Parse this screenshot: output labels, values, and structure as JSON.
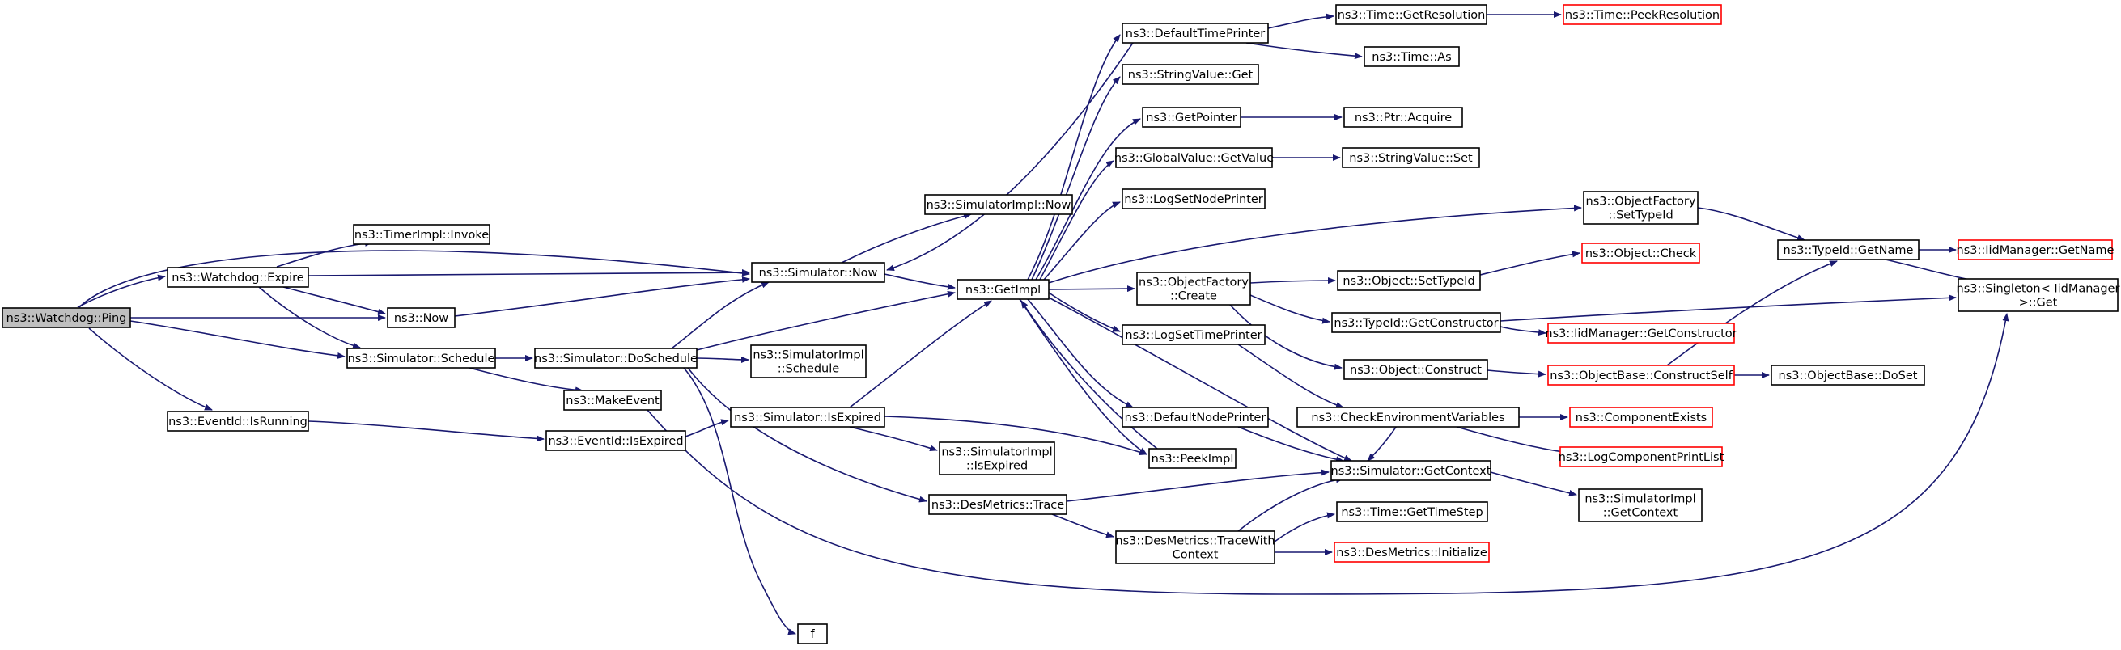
{
  "colors": {
    "edge": "#191970",
    "node_border": "#000000",
    "incomplete_border": "#ff0000",
    "root_fill": "#bfbfbf",
    "node_fill": "#ffffff"
  },
  "graph": {
    "nodes": [
      {
        "id": "ping",
        "lines": [
          "ns3::Watchdog::Ping"
        ],
        "root": true
      },
      {
        "id": "expire",
        "lines": [
          "ns3::Watchdog::Expire"
        ]
      },
      {
        "id": "isrunning",
        "lines": [
          "ns3::EventId::IsRunning"
        ]
      },
      {
        "id": "now_fn",
        "lines": [
          "ns3::Now"
        ]
      },
      {
        "id": "sim_now",
        "lines": [
          "ns3::Simulator::Now"
        ]
      },
      {
        "id": "sim_schedule",
        "lines": [
          "ns3::Simulator::Schedule"
        ]
      },
      {
        "id": "timer_invoke",
        "lines": [
          "ns3::TimerImpl::Invoke"
        ]
      },
      {
        "id": "simimpl_now",
        "lines": [
          "ns3::SimulatorImpl::Now"
        ]
      },
      {
        "id": "doschedule",
        "lines": [
          "ns3::Simulator::DoSchedule"
        ]
      },
      {
        "id": "makeevent",
        "lines": [
          "ns3::MakeEvent"
        ]
      },
      {
        "id": "eid_isexpired",
        "lines": [
          "ns3::EventId::IsExpired"
        ]
      },
      {
        "id": "simimpl_schedule",
        "lines": [
          "ns3::SimulatorImpl",
          "::Schedule"
        ]
      },
      {
        "id": "sim_isexpired",
        "lines": [
          "ns3::Simulator::IsExpired"
        ]
      },
      {
        "id": "simimpl_isexpired",
        "lines": [
          "ns3::SimulatorImpl",
          "::IsExpired"
        ]
      },
      {
        "id": "desmetrics_trace",
        "lines": [
          "ns3::DesMetrics::Trace"
        ]
      },
      {
        "id": "f",
        "lines": [
          "f"
        ]
      },
      {
        "id": "getimpl",
        "lines": [
          "ns3::GetImpl"
        ]
      },
      {
        "id": "defaulttimeprinter",
        "lines": [
          "ns3::DefaultTimePrinter"
        ]
      },
      {
        "id": "stringvalue_get",
        "lines": [
          "ns3::StringValue::Get"
        ]
      },
      {
        "id": "getpointer",
        "lines": [
          "ns3::GetPointer"
        ]
      },
      {
        "id": "globalvalue_getvalue",
        "lines": [
          "ns3::GlobalValue::GetValue"
        ]
      },
      {
        "id": "logsetnodeprinter",
        "lines": [
          "ns3::LogSetNodePrinter"
        ]
      },
      {
        "id": "objectfactory_create",
        "lines": [
          "ns3::ObjectFactory",
          "::Create"
        ]
      },
      {
        "id": "logsettimeprinter",
        "lines": [
          "ns3::LogSetTimePrinter"
        ]
      },
      {
        "id": "defaultnodeprinter",
        "lines": [
          "ns3::DefaultNodePrinter"
        ]
      },
      {
        "id": "peekimpl",
        "lines": [
          "ns3::PeekImpl"
        ]
      },
      {
        "id": "tracewithcontext",
        "lines": [
          "ns3::DesMetrics::TraceWith",
          "Context"
        ]
      },
      {
        "id": "time_getresolution",
        "lines": [
          "ns3::Time::GetResolution"
        ]
      },
      {
        "id": "time_as",
        "lines": [
          "ns3::Time::As"
        ]
      },
      {
        "id": "ptr_acquire",
        "lines": [
          "ns3::Ptr::Acquire"
        ]
      },
      {
        "id": "stringvalue_set",
        "lines": [
          "ns3::StringValue::Set"
        ]
      },
      {
        "id": "object_settypeid",
        "lines": [
          "ns3::Object::SetTypeId"
        ]
      },
      {
        "id": "typeid_getconstructor",
        "lines": [
          "ns3::TypeId::GetConstructor"
        ]
      },
      {
        "id": "object_construct",
        "lines": [
          "ns3::Object::Construct"
        ]
      },
      {
        "id": "checkenv",
        "lines": [
          "ns3::CheckEnvironmentVariables"
        ]
      },
      {
        "id": "sim_getcontext",
        "lines": [
          "ns3::Simulator::GetContext"
        ]
      },
      {
        "id": "time_gettimestep",
        "lines": [
          "ns3::Time::GetTimeStep"
        ]
      },
      {
        "id": "desmetrics_initialize",
        "lines": [
          "ns3::DesMetrics::Initialize"
        ],
        "incomplete": true
      },
      {
        "id": "time_peekresolution",
        "lines": [
          "ns3::Time::PeekResolution"
        ],
        "incomplete": true
      },
      {
        "id": "objectfactory_settypeid",
        "lines": [
          "ns3::ObjectFactory",
          "::SetTypeId"
        ]
      },
      {
        "id": "object_check",
        "lines": [
          "ns3::Object::Check"
        ],
        "incomplete": true
      },
      {
        "id": "iidmanager_getconstructor",
        "lines": [
          "ns3::IidManager::GetConstructor"
        ],
        "incomplete": true
      },
      {
        "id": "objectbase_constructself",
        "lines": [
          "ns3::ObjectBase::ConstructSelf"
        ],
        "incomplete": true
      },
      {
        "id": "componentexists",
        "lines": [
          "ns3::ComponentExists"
        ],
        "incomplete": true
      },
      {
        "id": "logcomponentprintlist",
        "lines": [
          "ns3::LogComponentPrintList"
        ],
        "incomplete": true
      },
      {
        "id": "simimpl_getcontext",
        "lines": [
          "ns3::SimulatorImpl",
          "::GetContext"
        ]
      },
      {
        "id": "typeid_getname",
        "lines": [
          "ns3::TypeId::GetName"
        ]
      },
      {
        "id": "objectbase_doset",
        "lines": [
          "ns3::ObjectBase::DoSet"
        ]
      },
      {
        "id": "iidmanager_getname",
        "lines": [
          "ns3::IidManager::GetName"
        ],
        "incomplete": true
      },
      {
        "id": "singleton_get",
        "lines": [
          "ns3::Singleton< IidManager",
          " >::Get"
        ]
      }
    ]
  }
}
